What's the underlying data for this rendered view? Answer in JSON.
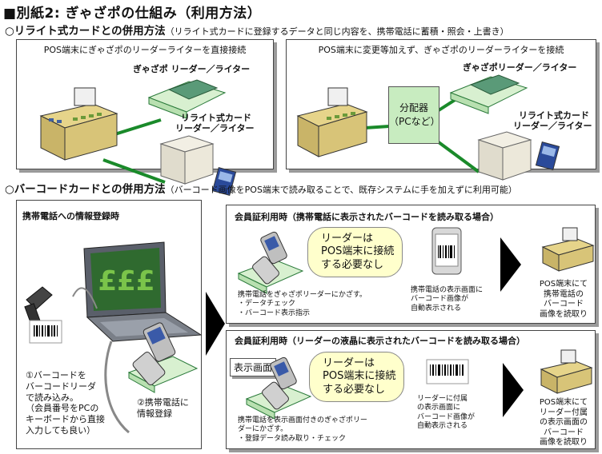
{
  "title": "■別紙2:  ぎゃざポの仕組み（利用方法）",
  "section1": {
    "heading": "○リライト式カードとの併用方法",
    "note": "（リライト式カードに登録するデータと同じ内容を、携帯電話に蓄積・照会・上書き）",
    "left": {
      "caption": "POS端末にぎゃざポのリーダーライターを直接接続",
      "reader_label": "ぎゃざポ  リーダー／ライター",
      "card_label_1": "リライト式カード",
      "card_label_2": "リーダー／ライター"
    },
    "right": {
      "caption": "POS端末に変更等加えず、ぎゃざポのリーダーライターを接続",
      "distributor_1": "分配器",
      "distributor_2": "（PCなど）",
      "reader_label": "ぎゃざポリーダー／ライター",
      "card_label_1": "リライト式カード",
      "card_label_2": "リーダー／ライター"
    }
  },
  "section2": {
    "heading": "○バーコードカードとの併用方法",
    "note": "（バーコード画像をPOS端末で読み取ることで、既存システムに手を加えずに利用可能）",
    "register": {
      "title": "携帯電話への情報登録時",
      "step1": [
        "①バーコードを",
        "バーコードリーダ",
        "で読み込み。",
        "（会員番号をPCの",
        "キーボードから直接",
        "入力しても良い）"
      ],
      "step2": [
        "②携帯電話に",
        "情報登録"
      ]
    },
    "case1": {
      "title": "会員証利用時（携帯電話に表示されたバーコードを読み取る場合）",
      "bubble": [
        "リーダーは",
        "POS端末に接続",
        "する必要なし"
      ],
      "desc": [
        "携帯電話をぎゃざポリーダーにかざす。",
        "・データチェック",
        "・バーコード表示指示"
      ],
      "screen": [
        "携帯電話の表示画面に",
        "バーコード画像が",
        "自動表示される"
      ],
      "pos": [
        "POS端末にて",
        "携帯電話の",
        "バーコード",
        "画像を読取り"
      ]
    },
    "case2": {
      "title": "会員証利用時（リーダーの液晶に表示されたバーコードを読み取る場合）",
      "display": "表示画面",
      "bubble": [
        "リーダーは",
        "POS端末に接続",
        "する必要なし"
      ],
      "desc": [
        "携帯電話を表示画面付きのぎゃざポリー",
        "ダーにかざす。",
        "・登録データ読み取り・チェック"
      ],
      "screen": [
        "リーダーに付属",
        "の表示画面に",
        "バーコード画像が",
        "自動表示される"
      ],
      "pos": [
        "POS端末にて",
        "リーダー付属",
        "の表示画面の",
        "バーコード",
        "画像を読取り"
      ]
    }
  },
  "colors": {
    "line": "#1a8a2a",
    "bubble": "#ffffcc",
    "distributor": "#c8ecc0",
    "pos_body": "#e6d48a",
    "reader_body": "#d8f0d0"
  }
}
